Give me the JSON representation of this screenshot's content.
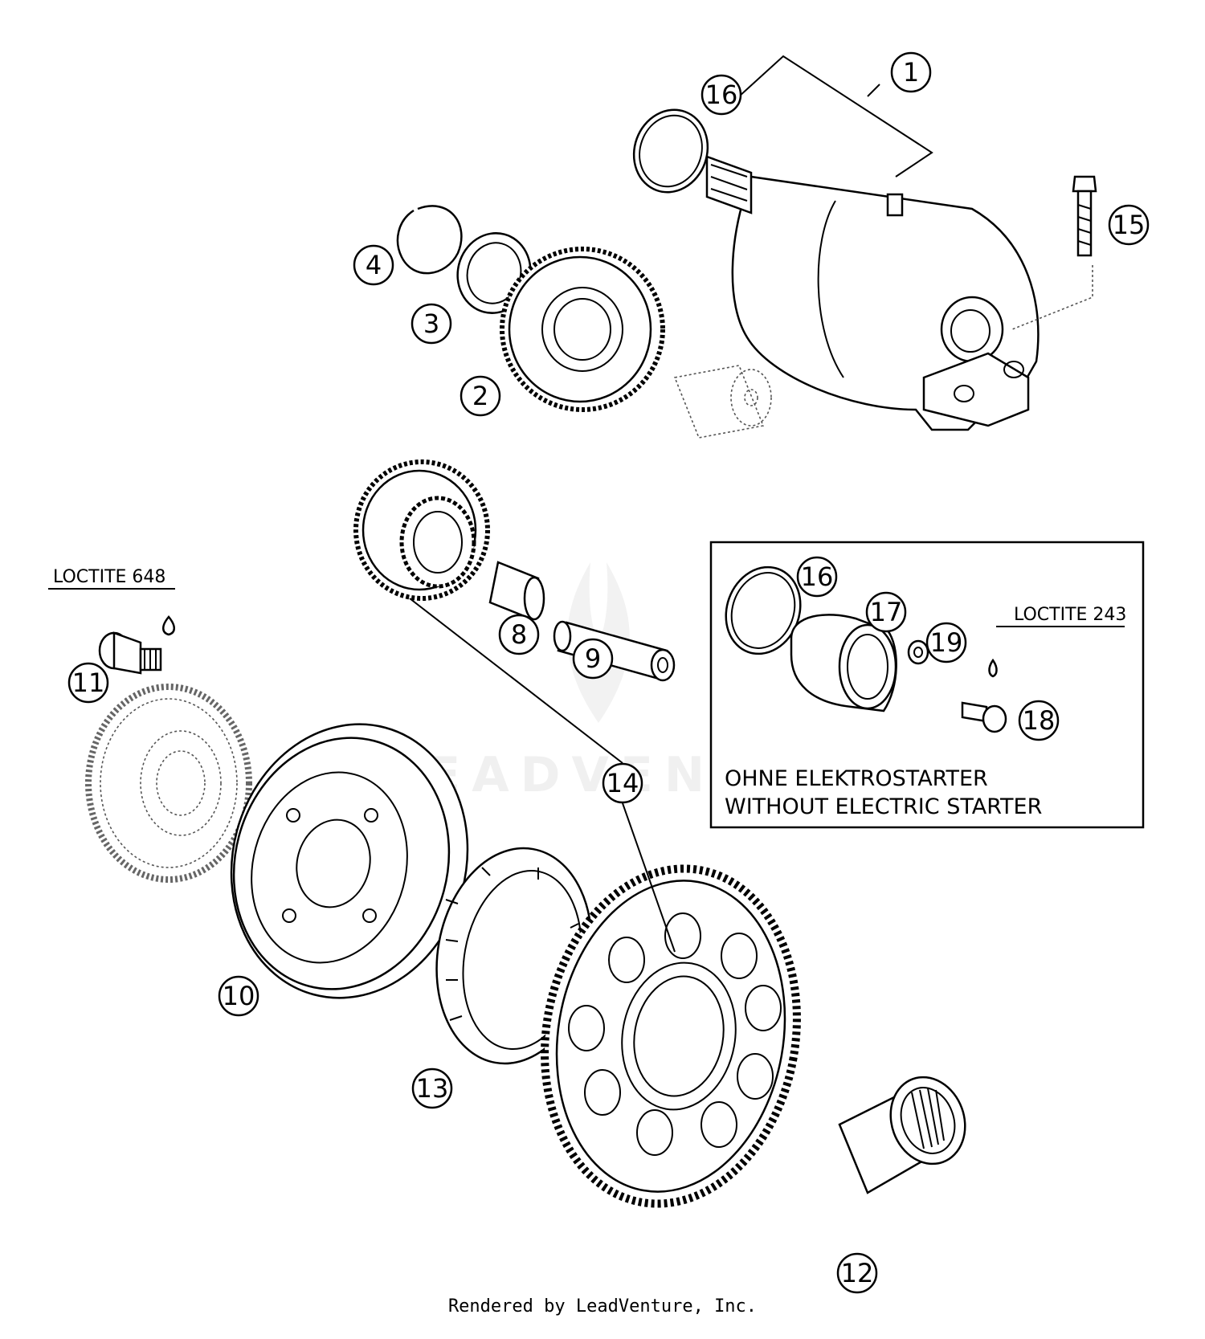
{
  "callouts": [
    {
      "id": "c1",
      "label": "1"
    },
    {
      "id": "c16a",
      "label": "16"
    },
    {
      "id": "c15",
      "label": "15"
    },
    {
      "id": "c4",
      "label": "4"
    },
    {
      "id": "c3",
      "label": "3"
    },
    {
      "id": "c2",
      "label": "2"
    },
    {
      "id": "c8",
      "label": "8"
    },
    {
      "id": "c9",
      "label": "9"
    },
    {
      "id": "c11",
      "label": "11"
    },
    {
      "id": "c14",
      "label": "14"
    },
    {
      "id": "c10",
      "label": "10"
    },
    {
      "id": "c13",
      "label": "13"
    },
    {
      "id": "c12",
      "label": "12"
    },
    {
      "id": "c16b",
      "label": "16"
    },
    {
      "id": "c17",
      "label": "17"
    },
    {
      "id": "c19",
      "label": "19"
    },
    {
      "id": "c18",
      "label": "18"
    }
  ],
  "notes": {
    "loctite_648": "LOCTITE 648",
    "loctite_243": "LOCTITE 243"
  },
  "inset": {
    "title_de": "OHNE ELEKTROSTARTER",
    "title_en": "WITHOUT ELECTRIC STARTER"
  },
  "watermark": "LEADVENTURE",
  "footer": "Rendered by LeadVenture, Inc."
}
